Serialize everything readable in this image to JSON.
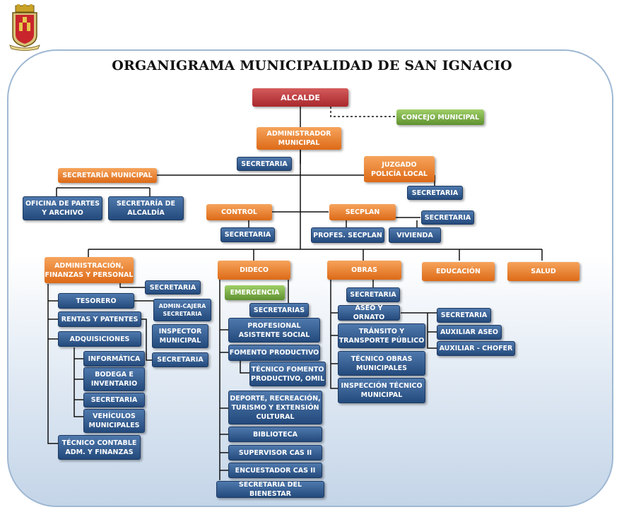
{
  "title": "ORGANIGRAMA MUNICIPALIDAD DE SAN IGNACIO",
  "colors": {
    "red": "#b0343a",
    "green": "#7aad45",
    "orange": "#ec8a3c",
    "blue": "#34609a"
  },
  "nodes": {
    "alcalde": "ALCALDE",
    "concejo": "CONCEJO MUNICIPAL",
    "administrador": "ADMINISTRADOR\nMUNICIPAL",
    "sec_admin": "SECRETARIA",
    "sec_municipal": "SECRETARÍA MUNICIPAL",
    "oficina_partes": "OFICINA DE PARTES\nY ARCHIVO",
    "sec_alcaldia": "SECRETARÍA  DE\nALCALDÍA",
    "juzgado": "JUZGADO\nPOLICÍA LOCAL",
    "sec_juzgado": "SECRETARIA",
    "control": "CONTROL",
    "sec_control": "SECRETARIA",
    "secplan": "SECPLAN",
    "sec_secplan": "SECRETARIA",
    "profes_secplan": "PROFES. SECPLAN",
    "vivienda": "VIVIENDA",
    "adm_finanzas": "ADMINISTRACIÓN,\nFINANZAS Y PERSONAL",
    "sec_adm_fin": "SECRETARIA",
    "tesorero": "TESORERO",
    "admin_cajera": "ADMIN-CAJERA\nSECRETARIA",
    "rentas": "RENTAS Y PATENTES",
    "inspector": "INSPECTOR\nMUNICIPAL",
    "adquisiciones": "ADQUISICIONES",
    "sec_inspector": "SECRETARIA",
    "informatica": "INFORMÁTICA",
    "bodega": "BODEGA E\nINVENTARIO",
    "sec_adq": "SECRETARIA",
    "vehiculos": "VEHÍCULOS\nMUNICIPALES",
    "tecnico_contable": "TÉCNICO CONTABLE\nADM. Y FINANZAS",
    "dideco": "DIDECO",
    "emergencia": "EMERGENCIA",
    "secretarias": "SECRETARIAS",
    "profesional": "PROFESIONAL\nASISTENTE SOCIAL",
    "fomento": "FOMENTO PRODUCTIVO",
    "tecnico_fomento": "TÉCNICO FOMENTO\nPRODUCTIVO, OMIL",
    "deporte": "DEPORTE, RECREACIÓN,\nTURISMO  Y EXTENSIÓN\nCULTURAL",
    "biblioteca": "BIBLIOTECA",
    "supervisor": "SUPERVISOR CAS II",
    "encuestador": "ENCUESTADOR CAS II",
    "sec_bienestar": "SECRETARIA DEL BIENESTAR",
    "obras": "OBRAS",
    "sec_obras": "SECRETARIA",
    "aseo": "ASEO Y ORNATO",
    "sec_aseo": "SECRETARIA",
    "aux_aseo": "AUXILIAR ASEO",
    "aux_chofer": "AUXILIAR - CHOFER",
    "transito": "TRÁNSITO Y\nTRANSPORTE PÚBLICO",
    "tecnico_obras": "TÉCNICO OBRAS\nMUNICIPALES",
    "inspeccion": "INSPECCIÓN TÉCNICO\nMUNICIPAL",
    "educacion": "EDUCACIÓN",
    "salud": "SALUD"
  }
}
